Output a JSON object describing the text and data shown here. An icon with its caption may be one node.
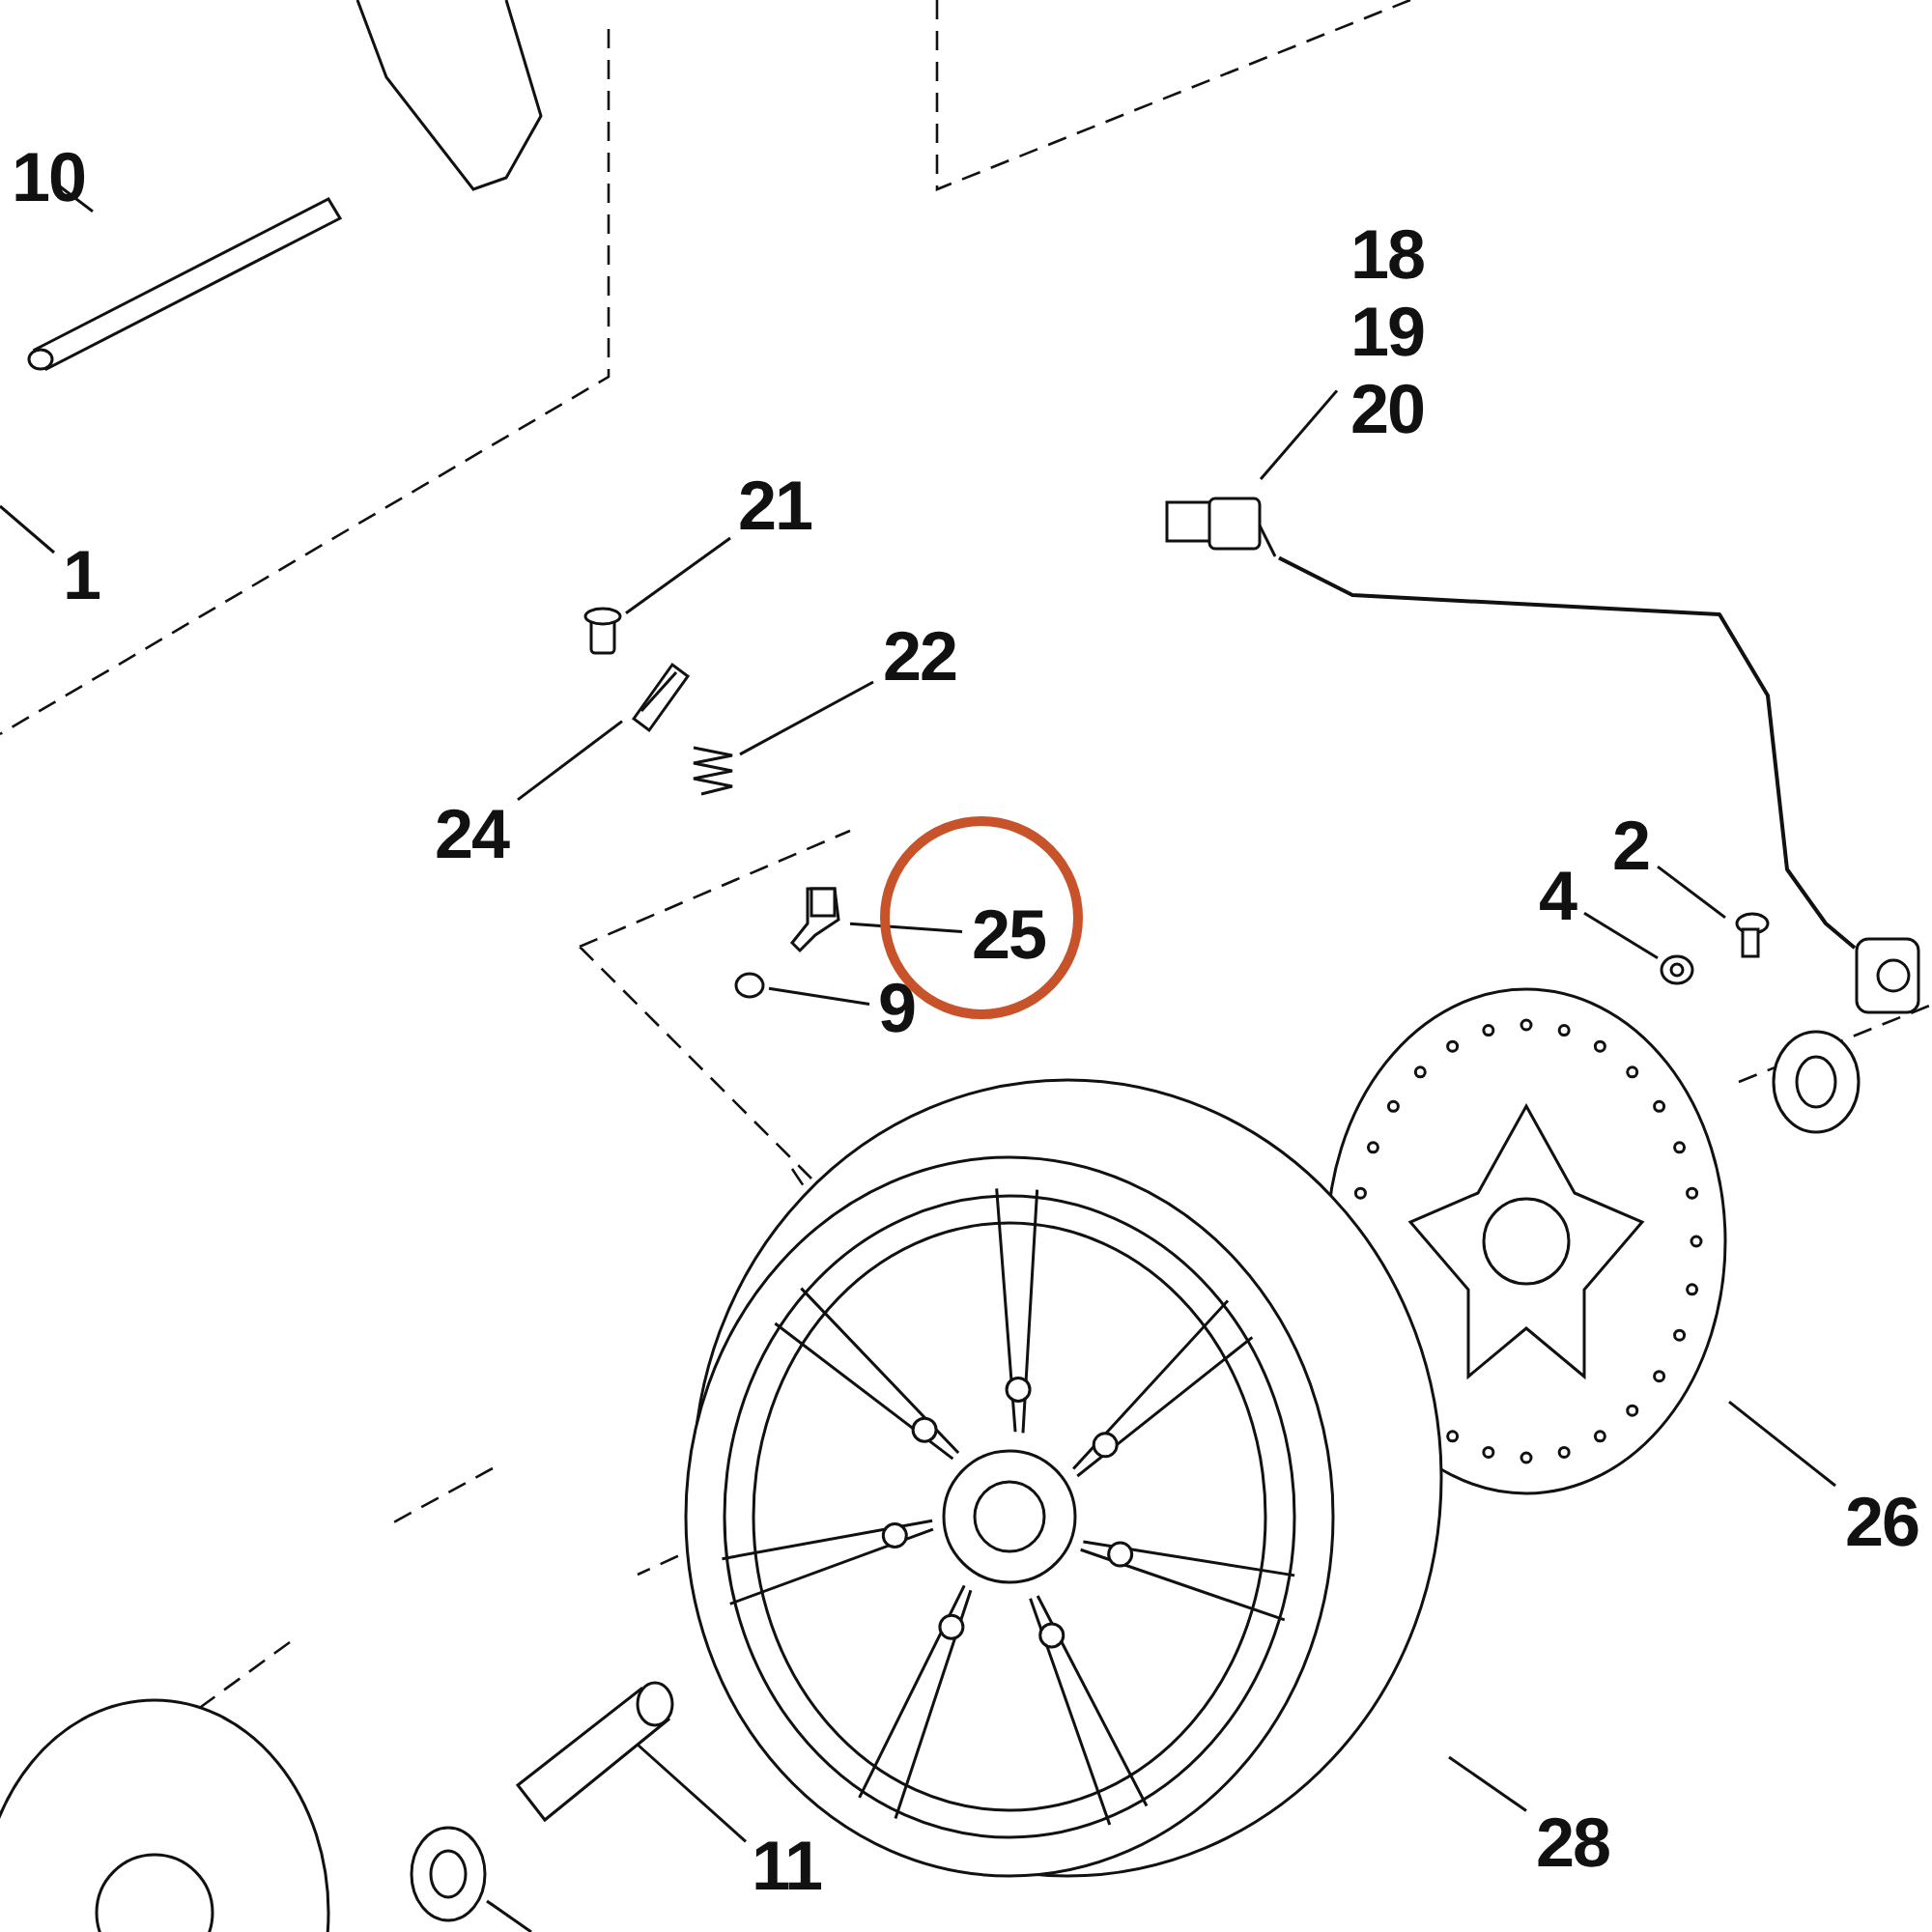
{
  "diagram": {
    "nodes": [
      {
        "text": [
          "10"
        ]
      },
      {
        "text": [
          "1"
        ]
      },
      {
        "text": [
          "21"
        ]
      },
      {
        "text": [
          "22"
        ]
      },
      {
        "text": [
          "24"
        ]
      },
      {
        "text": [
          "25"
        ]
      },
      {
        "text": [
          "9"
        ]
      },
      {
        "text": [
          "18",
          "19",
          "20"
        ]
      },
      {
        "text": [
          "2"
        ]
      },
      {
        "text": [
          "4"
        ]
      },
      {
        "text": [
          "26"
        ]
      },
      {
        "text": [
          "28"
        ]
      },
      {
        "text": [
          "11"
        ]
      },
      {
        "text": [],
        "shape": "bar"
      },
      {
        "text": [],
        "shape": "cylinder"
      },
      {
        "text": [],
        "shape": "box"
      },
      {
        "text": [],
        "shape": "picture"
      },
      {
        "text": [],
        "shape": "picture"
      },
      {
        "text": [],
        "shape": "circle"
      },
      {
        "text": [],
        "shape": "picture"
      },
      {
        "text": [],
        "shape": "picture"
      },
      {
        "text": [],
        "shape": "circle"
      },
      {
        "text": [],
        "shape": "circle"
      },
      {
        "text": [],
        "shape": "circle"
      },
      {
        "text": [],
        "shape": "cylinder"
      },
      {
        "text": [],
        "shape": "picture"
      },
      {
        "text": [],
        "shape": "circle"
      }
    ],
    "edges": [
      {
        "from": 0,
        "to": 13,
        "arrow": "none"
      },
      {
        "from": 1,
        "to": null,
        "arrow": "none"
      },
      {
        "from": 2,
        "to": 14,
        "arrow": "none"
      },
      {
        "from": 3,
        "to": 16,
        "arrow": "none"
      },
      {
        "from": 4,
        "to": 15,
        "arrow": "none"
      },
      {
        "from": 5,
        "to": 17,
        "arrow": "none"
      },
      {
        "from": 6,
        "to": 18,
        "arrow": "none"
      },
      {
        "from": 7,
        "to": 19,
        "arrow": "none"
      },
      {
        "from": 8,
        "to": 20,
        "arrow": "none"
      },
      {
        "from": 9,
        "to": 21,
        "arrow": "none"
      },
      {
        "from": 10,
        "to": 22,
        "arrow": "none"
      },
      {
        "from": 11,
        "to": 23,
        "arrow": "none"
      },
      {
        "from": 12,
        "to": 24,
        "arrow": "none"
      },
      {
        "from": 19,
        "to": 25,
        "arrow": "none"
      },
      {
        "from": null,
        "to": 26,
        "arrow": "none"
      }
    ]
  }
}
